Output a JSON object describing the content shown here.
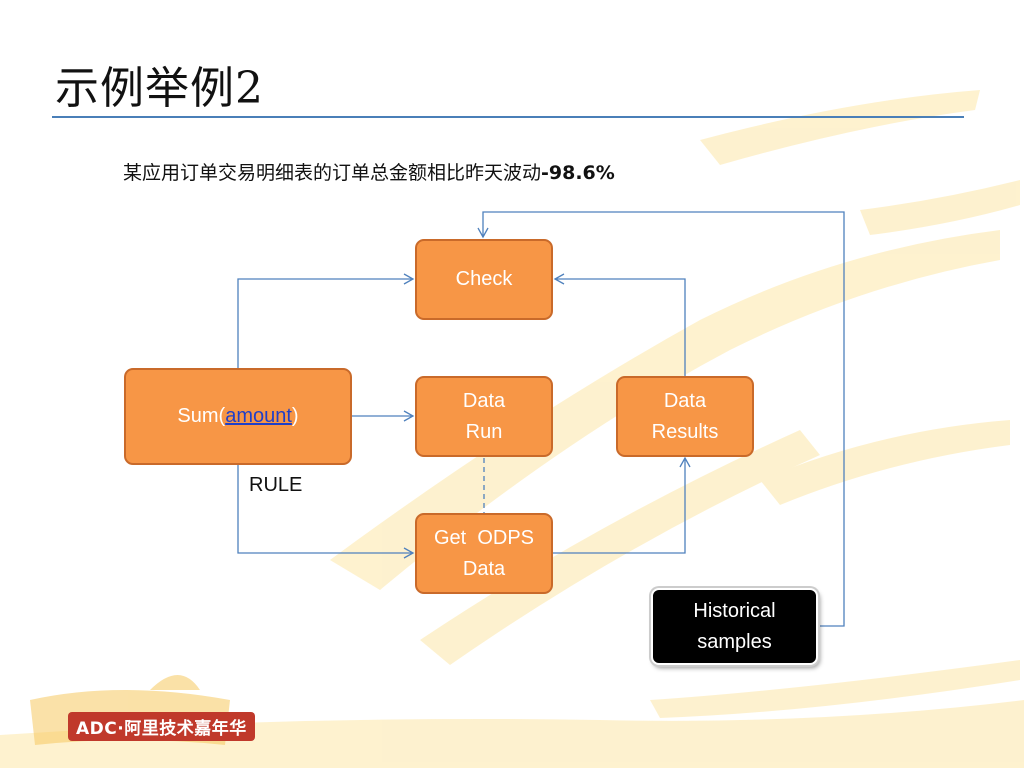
{
  "slide": {
    "title": "示例举例2",
    "subtitle_text": "某应用订单交易明细表的订单总金额相比昨天波动",
    "subtitle_value": "-98.6%"
  },
  "diagram": {
    "nodes": {
      "check": "Check",
      "sum_prefix": "Sum(",
      "sum_link": "amount",
      "sum_suffix": ")",
      "data_run": "Data\nRun",
      "data_results": "Data\nResults",
      "get_odps": "Get  ODPS\nData",
      "historical": "Historical\nsamples"
    },
    "rule_label": "RULE"
  },
  "footer": {
    "logo_text": "ADC·阿里技术嘉年华"
  },
  "colors": {
    "box_fill": "#f79646",
    "box_border": "#c96a2a",
    "connector": "#4f81bd",
    "rule_line": "#4a7fb8",
    "decor": "#fbe3a0"
  }
}
